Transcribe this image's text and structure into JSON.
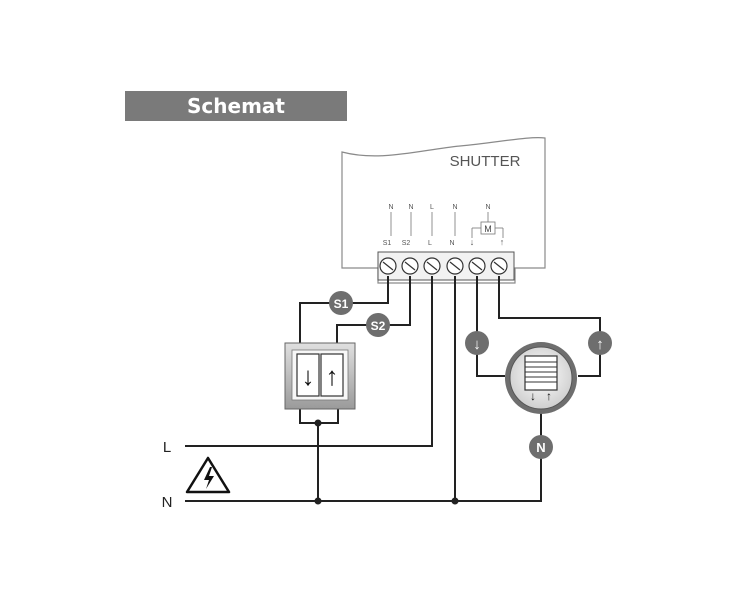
{
  "title": "Schemat podłączenia",
  "device": {
    "name": "SHUTTER",
    "terminal_labels": [
      "S1",
      "S2",
      "L",
      "N",
      "↓",
      "↑"
    ],
    "top_labels": [
      "N",
      "N",
      "L",
      "N",
      "N"
    ],
    "motor_symbol": "M"
  },
  "wires": {
    "s1_tag": "S1",
    "s2_tag": "S2",
    "line_label": "L",
    "neutral_label": "N",
    "motor_neutral_tag": "N",
    "down_tag": "↓",
    "up_tag": "↑"
  },
  "switch": {
    "down_arrow": "↓",
    "up_arrow": "↑"
  },
  "icons": [
    "high-voltage-warning-icon",
    "roller-shutter-motor-icon",
    "double-switch-icon"
  ],
  "colors": {
    "title_bg": "#7a7a7a",
    "tag_fill": "#6e6e6e",
    "line": "#222222"
  }
}
